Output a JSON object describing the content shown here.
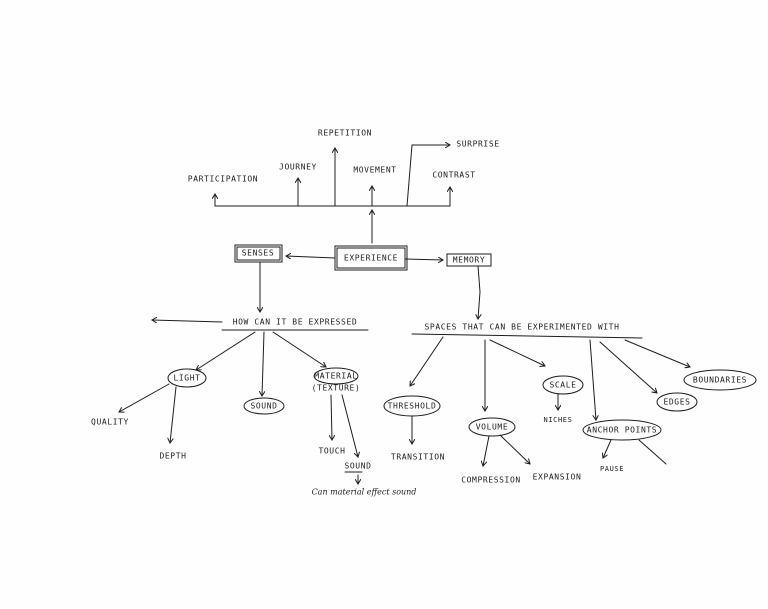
{
  "nodes": {
    "experience": "EXPERIENCE",
    "senses": "SENSES",
    "memory": "MEMORY",
    "participation": "PARTICIPATION",
    "journey": "JOURNEY",
    "repetition": "REPETITION",
    "movement": "MOVEMENT",
    "surprise": "SURPRISE",
    "contrast": "CONTRAST",
    "how_expressed": "HOW CAN IT BE EXPRESSED",
    "spaces": "SPACES THAT CAN BE EXPERIMENTED WITH",
    "light": "LIGHT",
    "sound": "SOUND",
    "material": "MATERIAL",
    "texture": "(TEXTURE)",
    "quality": "QUALITY",
    "depth": "DEPTH",
    "touch": "TOUCH",
    "sound2": "SOUND",
    "material_note": "Can material effect sound",
    "threshold": "THRESHOLD",
    "transition": "TRANSITION",
    "volume": "VOLUME",
    "compression": "COMPRESSION",
    "expansion": "EXPANSION",
    "scale": "SCALE",
    "niches": "NICHES",
    "anchor_points": "ANCHOR POINTS",
    "pause": "PAUSE",
    "edges": "EDGES",
    "boundaries": "BOUNDARIES"
  },
  "colors": {
    "ink": "#1d1d1d",
    "paper": "#fefefe"
  }
}
